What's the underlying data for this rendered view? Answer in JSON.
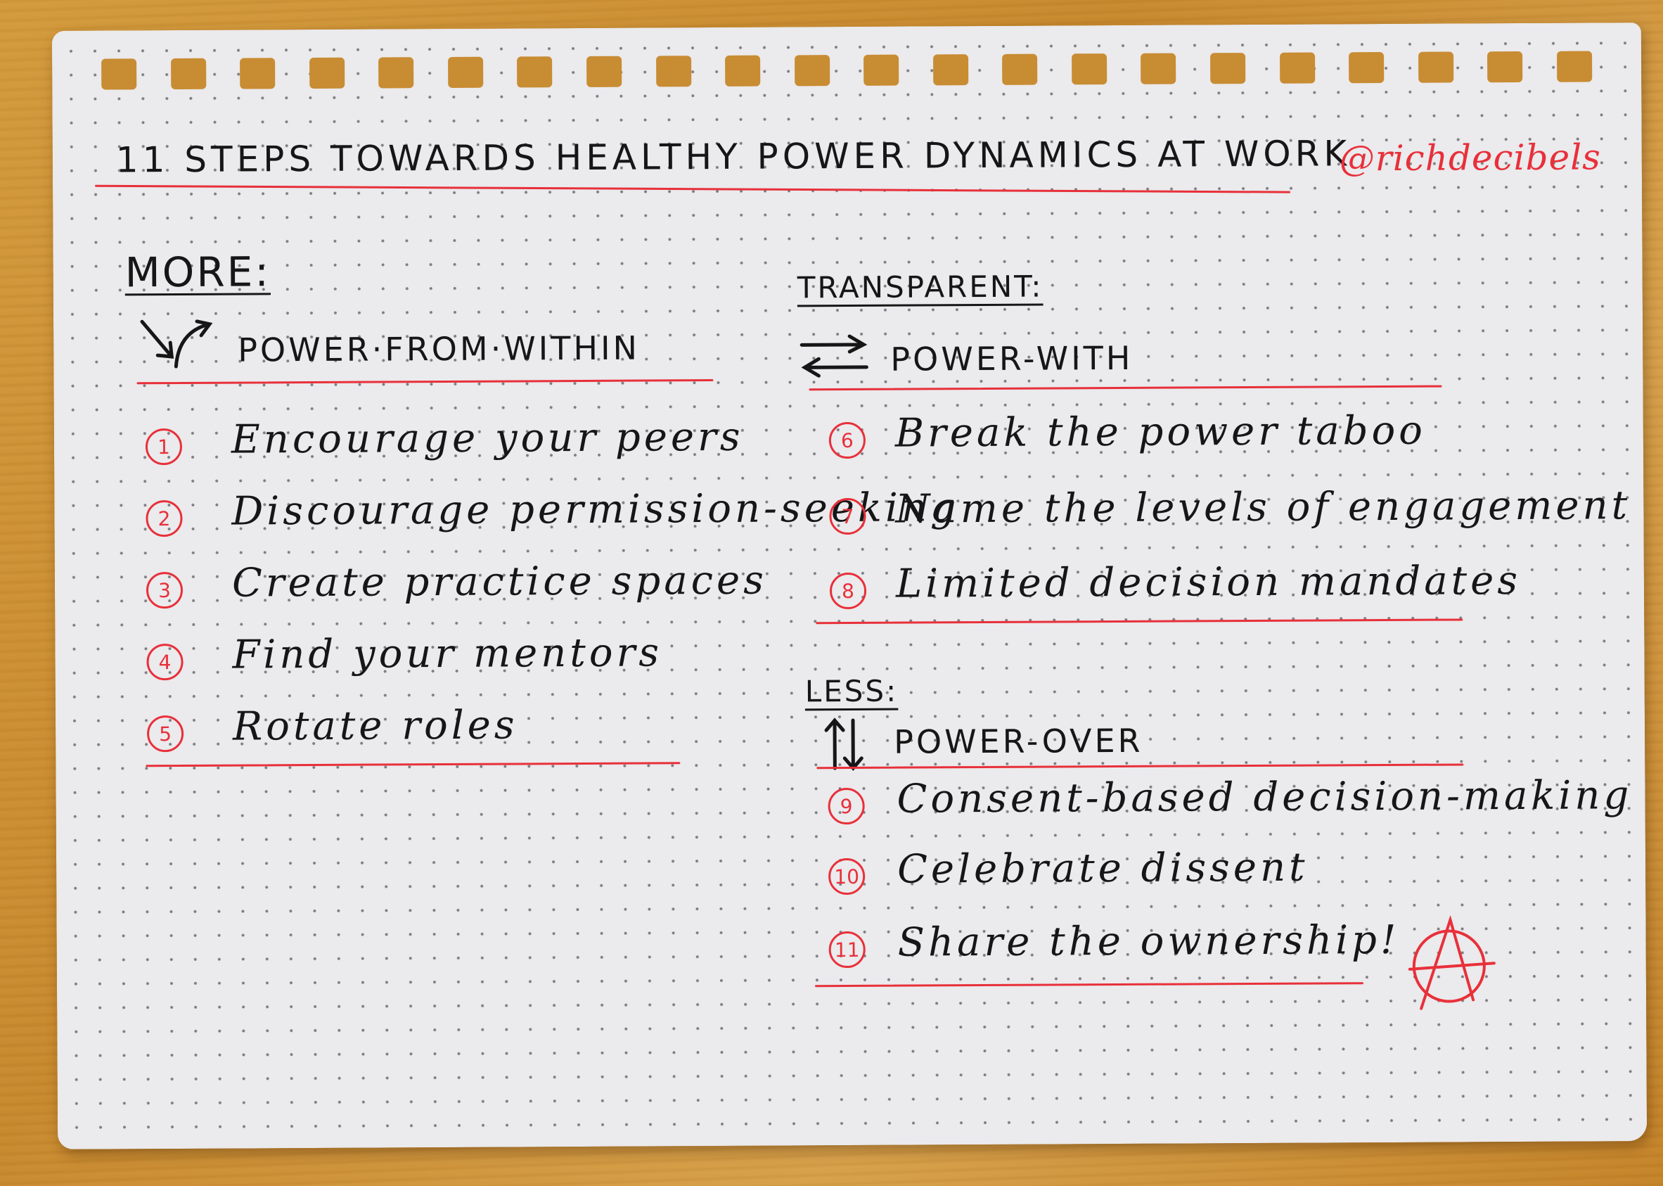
{
  "title": "11 STEPS TOWARDS HEALTHY POWER DYNAMICS AT WORK",
  "handle": "@richdecibels",
  "more": {
    "label": "MORE:",
    "subhead": "POWER·FROM·WITHIN",
    "items": [
      {
        "num": "1",
        "text": "Encourage your peers"
      },
      {
        "num": "2",
        "text": "Discourage permission-seeking"
      },
      {
        "num": "3",
        "text": "Create practice spaces"
      },
      {
        "num": "4",
        "text": "Find your mentors"
      },
      {
        "num": "5",
        "text": "Rotate roles"
      }
    ]
  },
  "transparent": {
    "label": "TRANSPARENT:",
    "subhead": "POWER-WITH",
    "items": [
      {
        "num": "6",
        "text": "Break the power taboo"
      },
      {
        "num": "7",
        "text": "Name the levels of engagement"
      },
      {
        "num": "8",
        "text": "Limited decision mandates"
      }
    ]
  },
  "less": {
    "label": "LESS:",
    "subhead": "POWER-OVER",
    "items": [
      {
        "num": "9",
        "text": "Consent-based decision-making"
      },
      {
        "num": "10",
        "text": "Celebrate dissent"
      },
      {
        "num": "11",
        "text": "Share the ownership!"
      }
    ]
  },
  "icons": {
    "within": "inward-arrows-icon",
    "with": "exchange-arrows-icon",
    "over": "up-down-arrows-icon",
    "anarchy": "circle-a-icon"
  },
  "colors": {
    "ink": "#161616",
    "red_pen": "#e8303a",
    "paper": "#ebeaec",
    "wood": "#c8892d"
  }
}
